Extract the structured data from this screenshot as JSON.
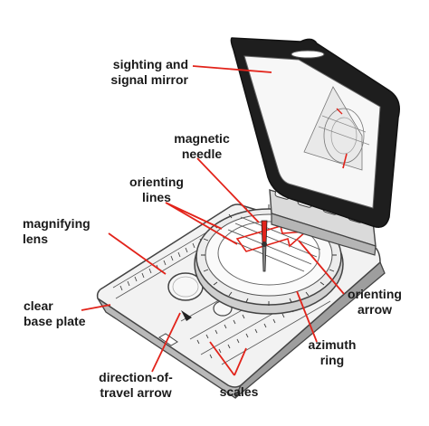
{
  "labels": {
    "mirror": {
      "line1": "sighting and",
      "line2": "signal mirror"
    },
    "needle": {
      "line1": "magnetic",
      "line2": "needle"
    },
    "orienting_lines": {
      "line1": "orienting",
      "line2": "lines"
    },
    "lens": {
      "line1": "magnifying",
      "line2": "lens"
    },
    "base_plate": {
      "line1": "clear",
      "line2": "base plate"
    },
    "orienting_arrow": {
      "line1": "orienting",
      "line2": "arrow"
    },
    "azimuth": {
      "line1": "azimuth",
      "line2": "ring"
    },
    "direction": {
      "line1": "direction-of-",
      "line2": "travel arrow"
    },
    "scales": {
      "line1": "scales"
    }
  },
  "colors": {
    "leader": "#e2231a",
    "label_text": "#1a1a1a",
    "frame": "#1e1e1e",
    "plate": "#f1f1f1",
    "outline": "#444444"
  }
}
